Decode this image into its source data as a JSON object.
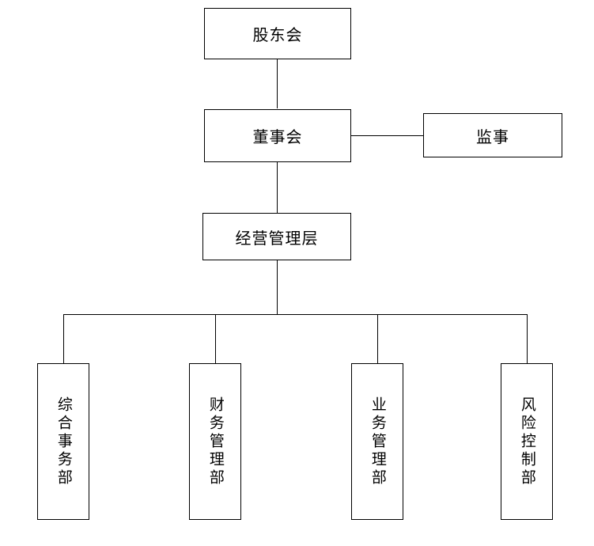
{
  "diagram": {
    "type": "organization-chart",
    "title": "",
    "colors": {
      "background": "#ffffff",
      "line": "#000000",
      "text": "#000000",
      "node_fill": "#ffffff"
    },
    "nodes": [
      {
        "id": "shareholders",
        "label": "股东会",
        "level": 0,
        "orientation": "horizontal"
      },
      {
        "id": "board",
        "label": "董事会",
        "level": 1,
        "orientation": "horizontal"
      },
      {
        "id": "supervisor",
        "label": "监事",
        "level": 1,
        "orientation": "horizontal"
      },
      {
        "id": "management",
        "label": "经营管理层",
        "level": 2,
        "orientation": "horizontal"
      },
      {
        "id": "general-affairs",
        "label": "综合事务部",
        "level": 3,
        "orientation": "vertical"
      },
      {
        "id": "finance",
        "label": "财务管理部",
        "level": 3,
        "orientation": "vertical"
      },
      {
        "id": "business",
        "label": "业务管理部",
        "level": 3,
        "orientation": "vertical"
      },
      {
        "id": "risk-control",
        "label": "风险控制部",
        "level": 3,
        "orientation": "vertical"
      }
    ],
    "edges": [
      {
        "from": "shareholders",
        "to": "board"
      },
      {
        "from": "board",
        "to": "supervisor"
      },
      {
        "from": "board",
        "to": "management"
      },
      {
        "from": "management",
        "to": "general-affairs"
      },
      {
        "from": "management",
        "to": "finance"
      },
      {
        "from": "management",
        "to": "business"
      },
      {
        "from": "management",
        "to": "risk-control"
      }
    ]
  }
}
